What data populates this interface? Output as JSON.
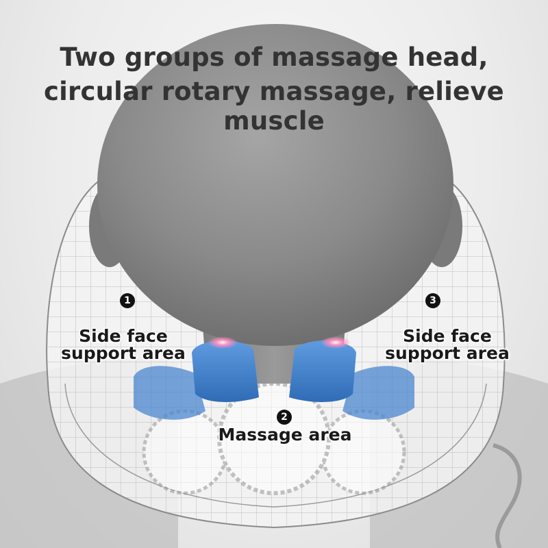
{
  "headline": {
    "line1": "Two groups of massage head,",
    "line2": "circular rotary massage, relieve muscle"
  },
  "areas": [
    {
      "number": "1",
      "line1": "Side face",
      "line2": "support area"
    },
    {
      "number": "2",
      "line1": "Massage area"
    },
    {
      "number": "3",
      "line1": "Side face",
      "line2": "support area"
    }
  ],
  "colors": {
    "head_gray": "#8c8c8c",
    "massage_head_blue": "#3f7fc7",
    "pillow_wire": "#9a9a9a",
    "indicator_glow": "#ff6fa8"
  },
  "icons": [
    "number-badge-1",
    "number-badge-2",
    "number-badge-3"
  ]
}
